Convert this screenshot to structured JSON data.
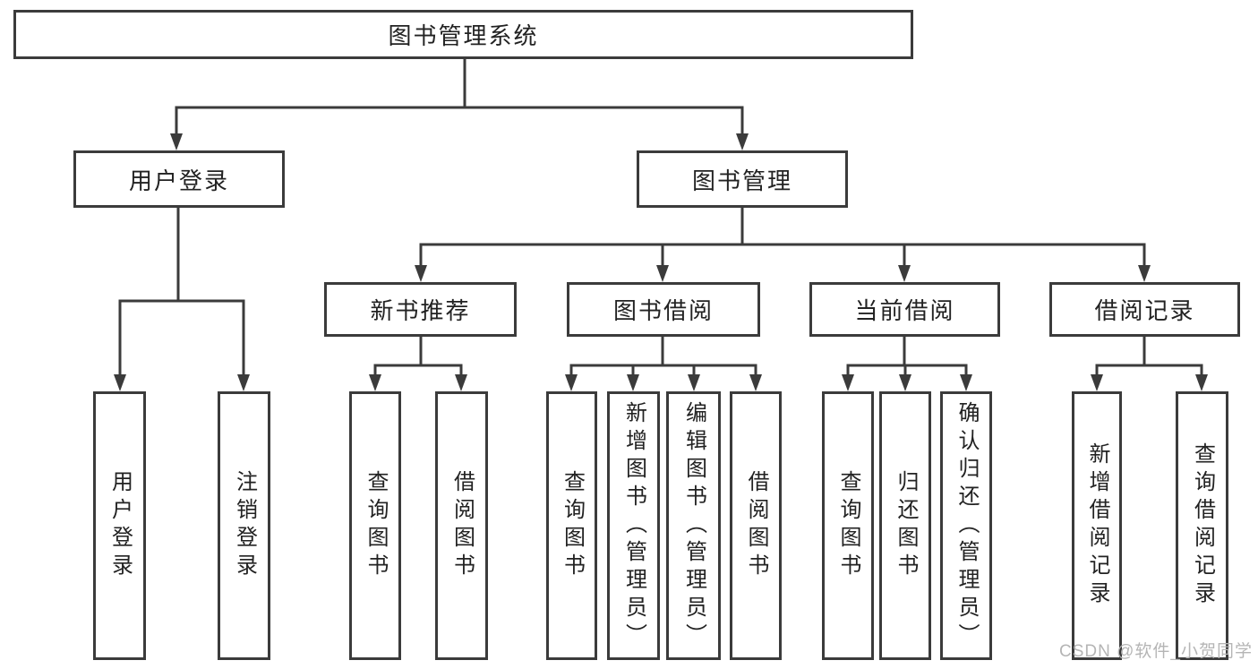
{
  "diagram": {
    "root": {
      "label": "图书管理系统"
    },
    "level2": [
      {
        "label": "用户登录"
      },
      {
        "label": "图书管理"
      }
    ],
    "level3": [
      {
        "label": "新书推荐"
      },
      {
        "label": "图书借阅"
      },
      {
        "label": "当前借阅"
      },
      {
        "label": "借阅记录"
      }
    ],
    "leaves": {
      "user_login": [
        "用户登录",
        "注销登录"
      ],
      "new_book_recommend": [
        "查询图书",
        "借阅图书"
      ],
      "book_borrow": [
        "查询图书",
        "新增图书（管理员）",
        "编辑图书（管理员）",
        "借阅图书"
      ],
      "current_borrow": [
        "查询图书",
        "归还图书",
        "确认归还（管理员）"
      ],
      "borrow_records": [
        "新增借阅记录",
        "查询借阅记录"
      ]
    }
  },
  "watermark": {
    "text": "CSDN @软件_小贺同学"
  },
  "colors": {
    "line": "#3b3b3b",
    "text": "#222222",
    "watermark": "#b5b5b5",
    "background": "#ffffff"
  }
}
